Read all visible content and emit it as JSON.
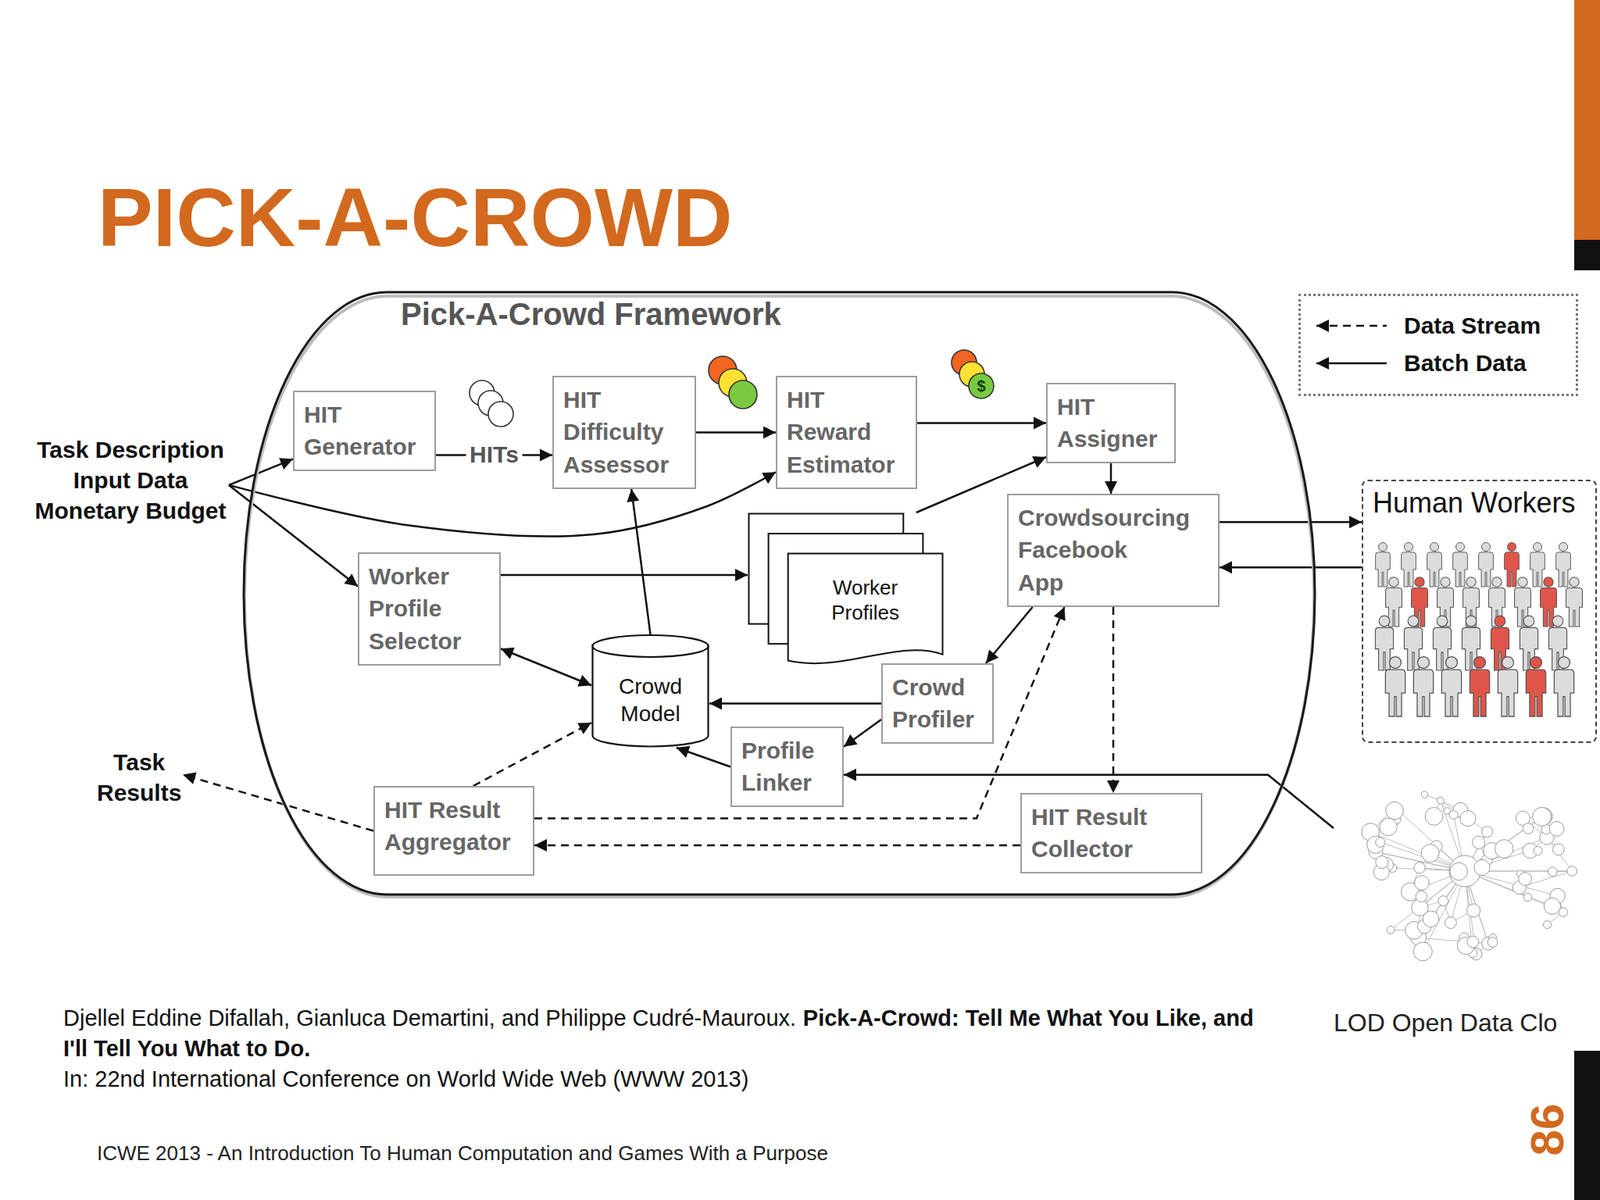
{
  "diagram": {
    "title": "PICK-A-CROWD",
    "nodes": [
      {
        "text": [
          "Task Description Input Data Monetary Budget"
        ]
      },
      {
        "text": [
          "Pick-A-Crowd Framework"
        ]
      },
      {
        "text": [
          "HIT Generator"
        ],
        "in": 1
      },
      {
        "text": [
          "HIT Difficulty Assessor"
        ],
        "in": 1
      },
      {
        "text": [
          "HIT Reward Estimator"
        ],
        "in": 1
      },
      {
        "text": [
          "HIT Assigner"
        ],
        "in": 1
      },
      {
        "text": [
          "Crowdsourcing Facebook App"
        ],
        "in": 1
      },
      {
        "text": [
          "Worker Profile Selector"
        ],
        "in": 1
      },
      {
        "text": [
          "Worker Profiles"
        ],
        "in": 1
      },
      {
        "text": [
          "Crowd Model"
        ],
        "in": 1
      },
      {
        "text": [
          "Crowd Profiler"
        ],
        "in": 1
      },
      {
        "text": [
          "Profile Linker"
        ],
        "in": 1
      },
      {
        "text": [
          "HIT Result Aggregator"
        ],
        "in": 1
      },
      {
        "text": [
          "HIT Result Collector"
        ],
        "in": 1
      },
      {
        "text": [
          "Human Workers"
        ]
      },
      {
        "text": [
          "LOD Open Data Clo"
        ]
      },
      {
        "text": [
          "Task Results"
        ]
      }
    ],
    "edges": [
      {
        "from": 0,
        "to": 2,
        "arrow": "to"
      },
      {
        "from": 0,
        "to": 4,
        "arrow": "to"
      },
      {
        "from": 0,
        "to": 7,
        "arrow": "to"
      },
      {
        "from": 2,
        "to": 3,
        "label": "HITs",
        "arrow": "to"
      },
      {
        "from": 3,
        "to": 4,
        "arrow": "to"
      },
      {
        "from": 4,
        "to": 5,
        "arrow": "to"
      },
      {
        "from": 8,
        "to": 5,
        "arrow": "to"
      },
      {
        "from": 5,
        "to": 6,
        "arrow": "to"
      },
      {
        "from": 7,
        "to": 8,
        "arrow": "to"
      },
      {
        "from": 9,
        "to": 3,
        "arrow": "to"
      },
      {
        "from": 7,
        "to": 9,
        "arrow": "both"
      },
      {
        "from": 6,
        "to": 10,
        "arrow": "to"
      },
      {
        "from": 10,
        "to": 9,
        "arrow": "to"
      },
      {
        "from": 10,
        "to": 11,
        "arrow": "to"
      },
      {
        "from": 11,
        "to": 9,
        "arrow": "to"
      },
      {
        "from": 15,
        "to": 11,
        "arrow": "to"
      },
      {
        "from": 6,
        "to": 14,
        "arrow": "to"
      },
      {
        "from": 14,
        "to": 6,
        "arrow": "to"
      },
      {
        "from": 6,
        "to": 13,
        "arrow": "to"
      },
      {
        "from": 13,
        "to": 12,
        "arrow": "to"
      },
      {
        "from": 12,
        "to": 9,
        "arrow": "to"
      },
      {
        "from": 12,
        "to": 6,
        "arrow": "to"
      },
      {
        "from": 12,
        "to": 16,
        "arrow": "to"
      }
    ],
    "labels": [
      "$",
      "Djellel Eddine Difallah, Gianluca Demartini, and Philippe Cudré-Mauroux.",
      "Pick-A-Crowd: Tell Me What You Like, and I'll Tell You What to Do.",
      "In: 22nd International Conference on World Wide Web (WWW 2013)",
      "ICWE 2013 - An Introduction To Human Computation and Games With a Purpose",
      "86"
    ],
    "legend": [
      {
        "text": "Data Stream"
      },
      {
        "text": "Batch Data"
      }
    ]
  }
}
